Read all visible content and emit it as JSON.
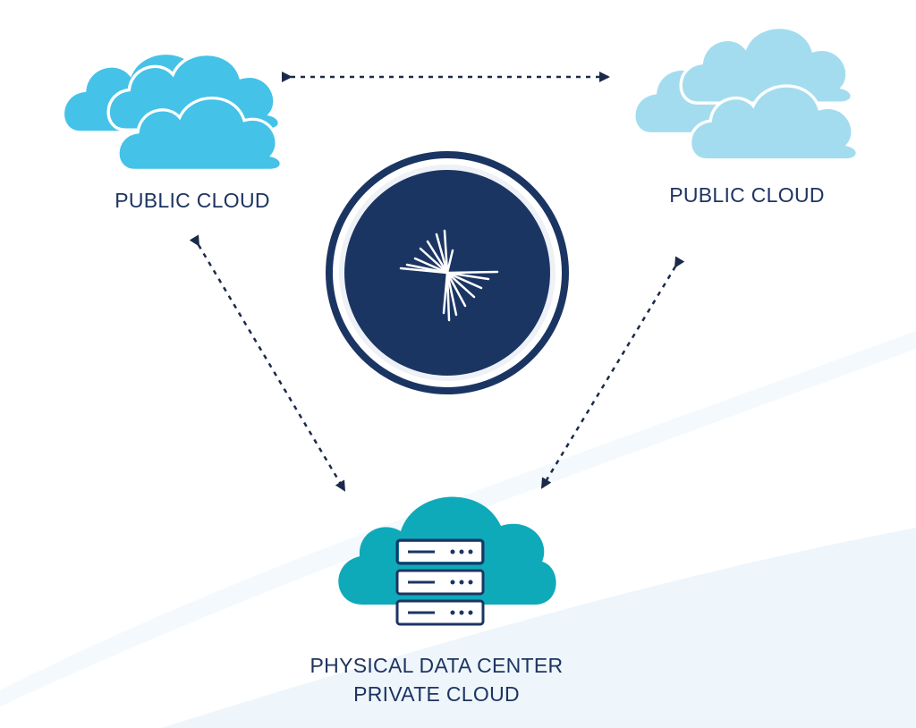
{
  "diagram": {
    "nodes": {
      "public_cloud_left": {
        "label": "PUBLIC CLOUD",
        "color": "#45c2e8"
      },
      "public_cloud_right": {
        "label": "PUBLIC CLOUD",
        "color": "#a4dcef"
      },
      "private_cloud": {
        "label_line1": "PHYSICAL DATA CENTER",
        "label_line2": "PRIVATE CLOUD",
        "color": "#0faab9"
      },
      "hub": {
        "icon": "starburst-logo-icon",
        "color": "#1b3563"
      }
    },
    "connections": [
      {
        "from": "public_cloud_left",
        "to": "public_cloud_right",
        "style": "dotted",
        "arrows": "both"
      },
      {
        "from": "public_cloud_left",
        "to": "private_cloud",
        "style": "dotted",
        "arrows": "both"
      },
      {
        "from": "public_cloud_right",
        "to": "private_cloud",
        "style": "dotted",
        "arrows": "both"
      }
    ],
    "colors": {
      "text": "#1e3461",
      "arrow": "#1b2a4a",
      "background_accent": "#eef6fc"
    }
  }
}
